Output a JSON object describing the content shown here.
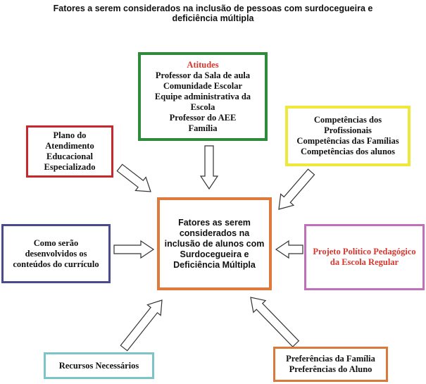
{
  "title": [
    "Fatores a serem considerados na inclusão de pessoas com surdocegueira e",
    "deficiência múltipla"
  ],
  "center": {
    "lines": [
      "Fatores as serem",
      "considerados na",
      "inclusão de alunos com",
      "Surdocegueira e",
      "Deficiência Múltipla"
    ],
    "color": "#e07a3c"
  },
  "atitudes": {
    "heading": "Atitudes",
    "lines": [
      "Professor da Sala de aula",
      "Comunidade Escolar",
      "Equipe administrativa da",
      "Escola",
      "Professor do AEE",
      "Família"
    ],
    "color": "#2e8b3a",
    "heading_color": "#d6362d"
  },
  "plano": {
    "lines": [
      "Plano do",
      "Atendimento",
      "Educacional",
      "Especializado"
    ],
    "color": "#c8282d"
  },
  "competencias": {
    "lines": [
      "Competências dos",
      "Profissionais",
      "Competências das Famílias",
      "Competências dos alunos"
    ],
    "color": "#eee83a"
  },
  "conteudos": {
    "lines": [
      "Como serão",
      "desenvolvidos os",
      "conteúdos do currículo"
    ],
    "color": "#4a4a8f"
  },
  "projeto": {
    "lines": [
      "Projeto Político Pedagógico",
      "da Escola Regular"
    ],
    "color": "#c070b8",
    "text_color": "#d6362d"
  },
  "recursos": {
    "lines": [
      "Recursos Necessários"
    ],
    "color": "#7cc4c8"
  },
  "preferencias": {
    "lines": [
      "Preferências da Família",
      "Preferências do Aluno"
    ],
    "color": "#d87a3a"
  }
}
